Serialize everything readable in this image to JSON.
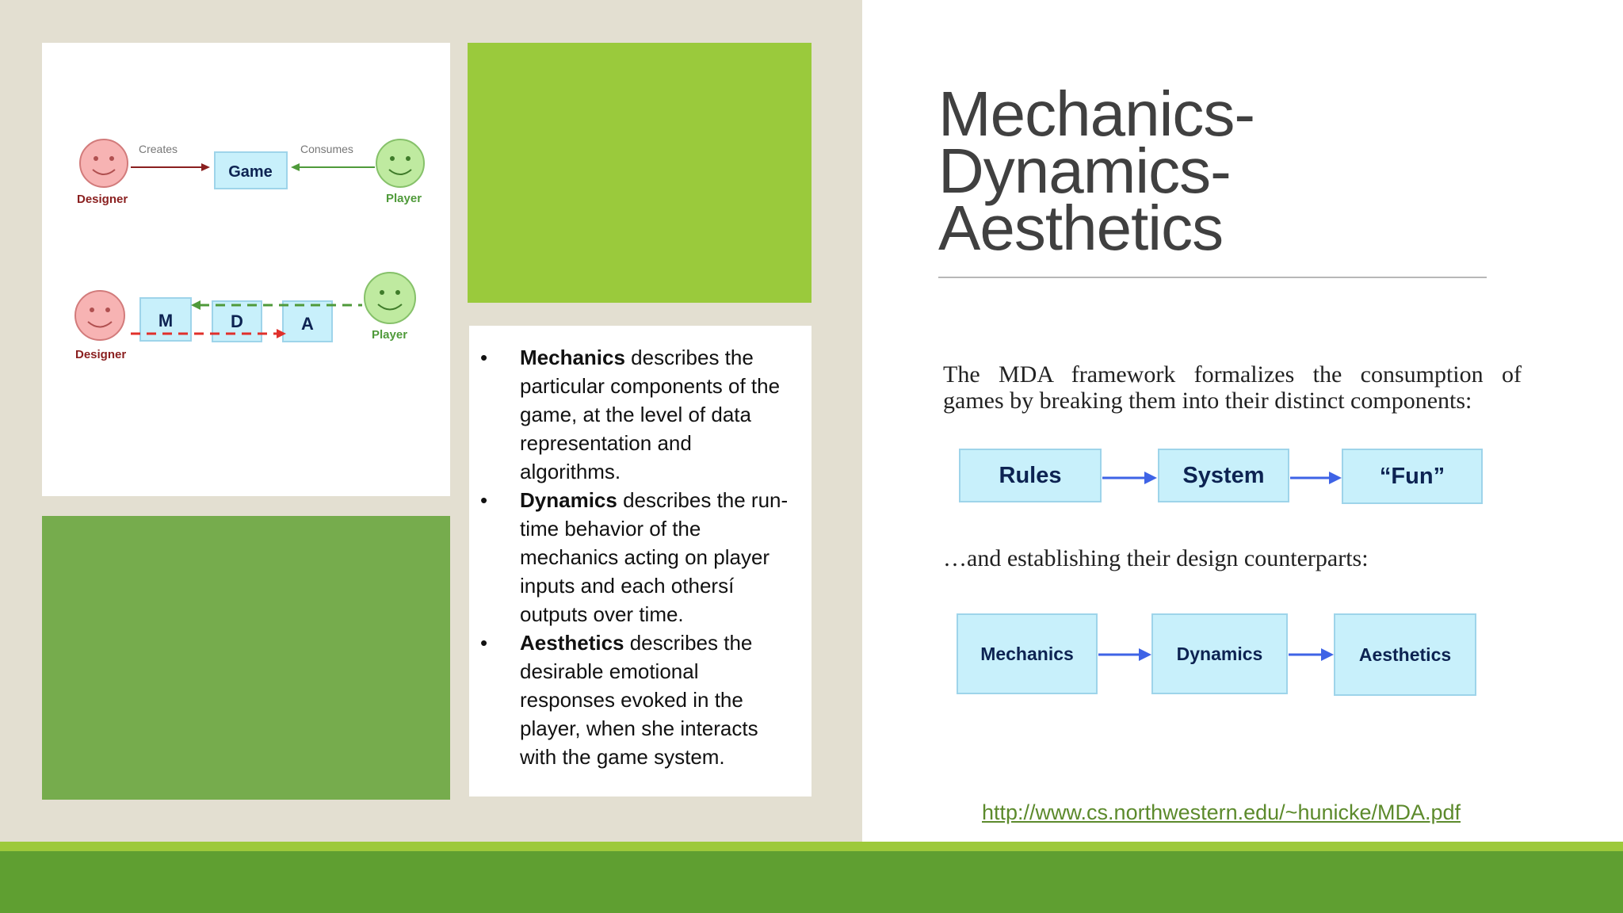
{
  "slide": {
    "title_lines": [
      "Mechanics-",
      "Dynamics-",
      "Aesthetics"
    ],
    "link": "http://www.cs.northwestern.edu/~hunicke/MDA.pdf"
  },
  "diagram": {
    "top": {
      "creates": "Creates",
      "consumes": "Consumes",
      "game": "Game",
      "designer": "Designer",
      "player": "Player"
    },
    "bottom": {
      "m": "M",
      "d": "D",
      "a": "A",
      "designer": "Designer",
      "player": "Player"
    },
    "colors": {
      "designer_face": "#f7b3b3",
      "player_face": "#bfeaa0",
      "box_fill": "#c8f0fb",
      "red_arrow": "#e0302b",
      "green_arrow": "#4f9a3a"
    }
  },
  "bullets": [
    {
      "term": "Mechanics",
      "text": " describes the particular components of the game, at the level of data representation and algorithms."
    },
    {
      "term": "Dynamics",
      "text": " describes the run-time behavior of the mechanics acting on player inputs and each othersí outputs over time."
    },
    {
      "term": "Aesthetics",
      "text": " describes the desirable emotional responses evoked in the player, when she interacts with the game system."
    }
  ],
  "mda_figure": {
    "line1": "The MDA framework formalizes the consumption of",
    "line2": "games by breaking them into their distinct components:",
    "row1": [
      "Rules",
      "System",
      "“Fun”"
    ],
    "line3": "…and establishing their design counterparts:",
    "row2": [
      "Mechanics",
      "Dynamics",
      "Aesthetics"
    ]
  }
}
